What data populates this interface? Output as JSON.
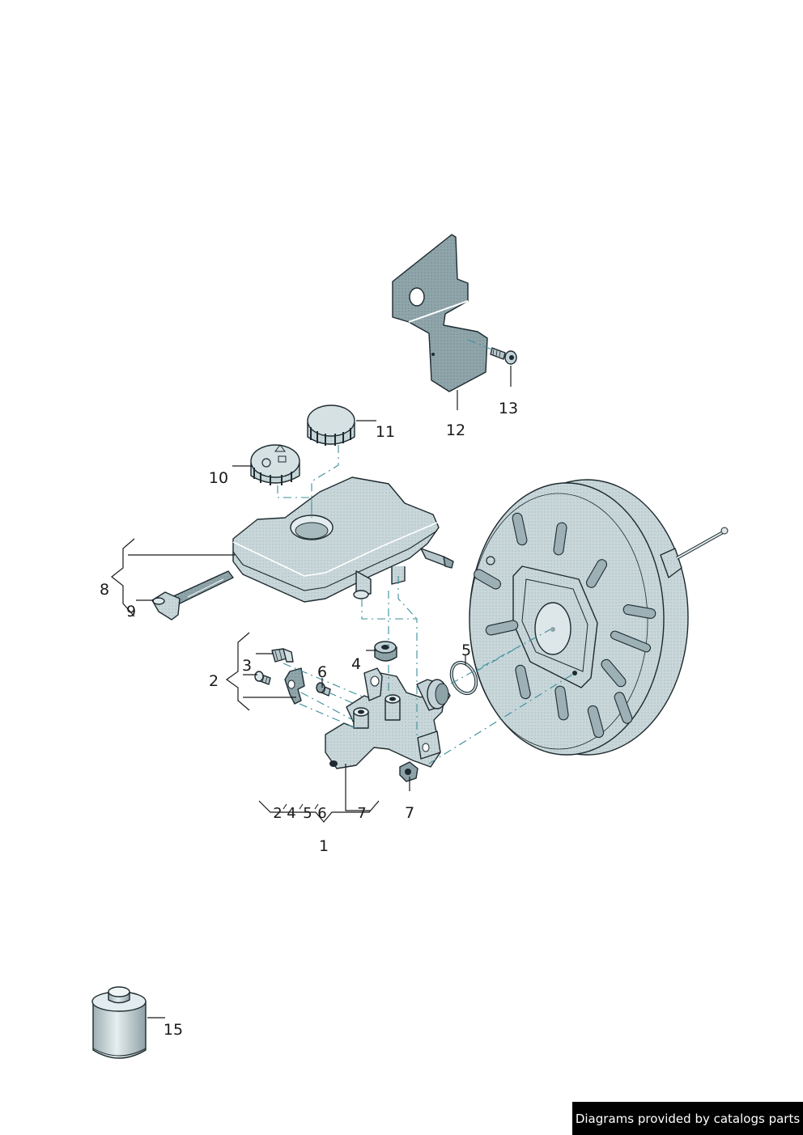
{
  "callouts": {
    "c1": "1",
    "c2": "2",
    "c3": "3",
    "c4": "4",
    "c5": "5",
    "c6": "6",
    "c7": "7",
    "c8": "8",
    "c9": "9",
    "c10": "10",
    "c11": "11",
    "c12": "12",
    "c13": "13",
    "c15": "15",
    "group1": {
      "a": "2",
      "b": "4",
      "c": "5",
      "d": "6",
      "e": "7"
    }
  },
  "colors": {
    "part_fill": "#c3d2d6",
    "part_dark": "#7f969c",
    "bracket_fill": "#8ea3a8",
    "leader_dash": "#3b8f9a",
    "outline": "#1d2a2f"
  },
  "footer": {
    "credit": "Diagrams provided by catalogs parts"
  }
}
